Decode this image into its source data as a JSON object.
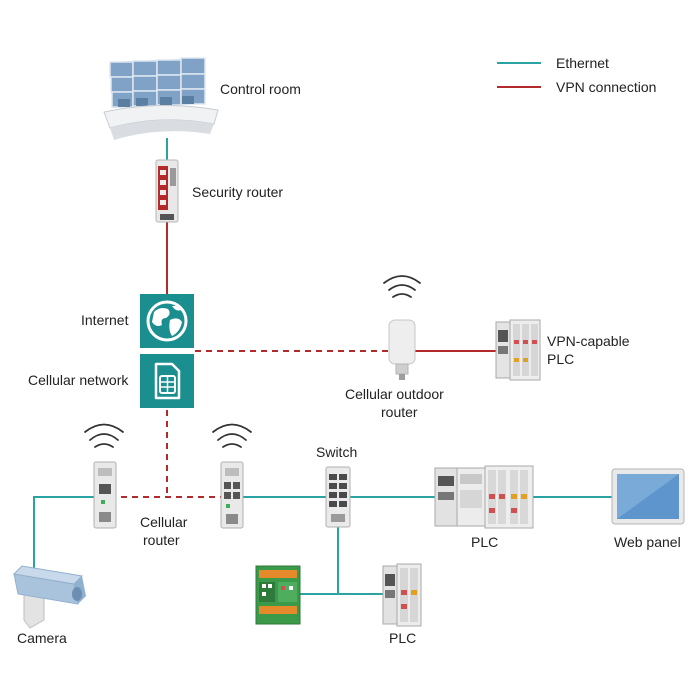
{
  "legend": {
    "ethernet": "Ethernet",
    "vpn": "VPN connection"
  },
  "labels": {
    "control_room": "Control room",
    "security_router": "Security router",
    "internet": "Internet",
    "cellular_network": "Cellular network",
    "outdoor_router_line1": "Cellular outdoor",
    "outdoor_router_line2": "router",
    "vpn_plc_line1": "VPN-capable",
    "vpn_plc_line2": "PLC",
    "switch": "Switch",
    "cellular_router_line1": "Cellular",
    "cellular_router_line2": "router",
    "plc_main": "PLC",
    "web_panel": "Web panel",
    "camera": "Camera",
    "plc_lower": "PLC"
  },
  "colors": {
    "ethernet": "#2ba3a3",
    "vpn": "#b32a2a",
    "icon_tile": "#1b8f8f"
  },
  "icons": {
    "internet": "globe-icon",
    "cellular": "sim-card-icon",
    "wireless": "wifi-signal-icon"
  }
}
